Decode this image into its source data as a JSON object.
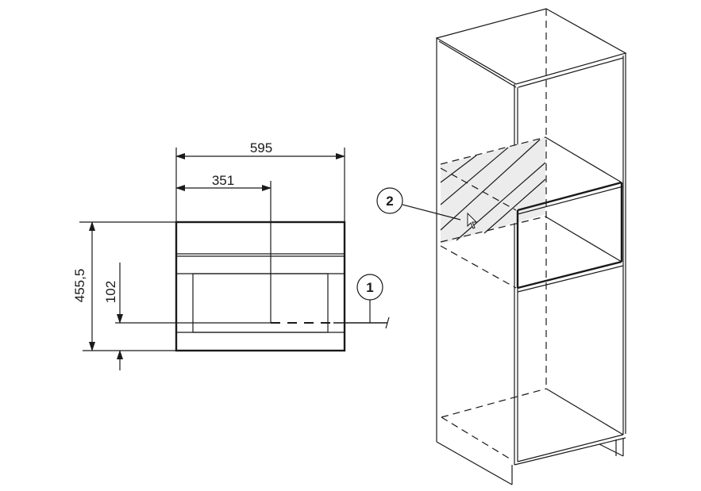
{
  "dimensions": {
    "width_total": "595",
    "width_to_axis": "351",
    "height_total": "455,5",
    "height_to_axis": "102"
  },
  "callouts": {
    "one": "1",
    "two": "2"
  },
  "colors": {
    "panel_fill": "#dcdcdc",
    "hatch_fill": "#ececec",
    "line": "#1a1a1a"
  }
}
